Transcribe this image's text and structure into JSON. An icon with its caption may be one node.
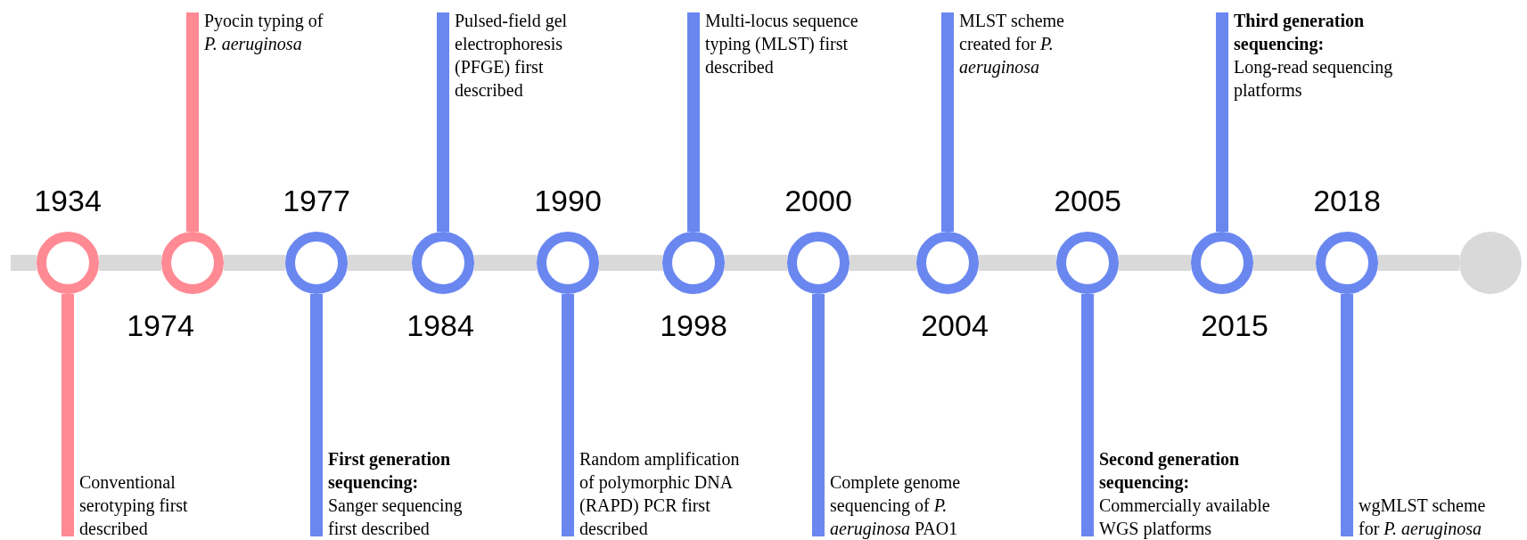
{
  "diagram": {
    "nodes": [
      {
        "text": [],
        "shape": "circle",
        "beside": [
          "1934"
        ]
      },
      {
        "text": [],
        "shape": "circle",
        "beside": [
          "1974"
        ]
      },
      {
        "text": [],
        "shape": "circle",
        "beside": [
          "1977"
        ]
      },
      {
        "text": [],
        "shape": "circle",
        "beside": [
          "1984"
        ]
      },
      {
        "text": [],
        "shape": "circle",
        "beside": [
          "1990"
        ]
      },
      {
        "text": [],
        "shape": "circle",
        "beside": [
          "1998"
        ]
      },
      {
        "text": [],
        "shape": "circle",
        "beside": [
          "2000"
        ]
      },
      {
        "text": [],
        "shape": "circle",
        "beside": [
          "2004"
        ]
      },
      {
        "text": [],
        "shape": "circle",
        "beside": [
          "2005"
        ]
      },
      {
        "text": [],
        "shape": "circle",
        "beside": [
          "2015"
        ]
      },
      {
        "text": [],
        "shape": "circle",
        "beside": [
          "2018"
        ]
      },
      {
        "text": [],
        "shape": "circle"
      },
      {
        "text": [
          "Conventional serotyping first described"
        ]
      },
      {
        "text": [
          "Pyocin typing of *P. aeruginosa*"
        ]
      },
      {
        "text": [
          "First generation sequencing:",
          "Sanger sequencing first described"
        ]
      },
      {
        "text": [
          "Pulsed-field gel electrophoresis (PFGE) first described"
        ]
      },
      {
        "text": [
          "Random amplification of polymorphic DNA (RAPD) PCR first described"
        ]
      },
      {
        "text": [
          "Multi-locus sequence typing (MLST) first described"
        ]
      },
      {
        "text": [
          "Complete genome sequencing of *P. aeruginosa* PAO1"
        ]
      },
      {
        "text": [
          "MLST scheme created for *P. aeruginosa*"
        ]
      },
      {
        "text": [
          "Second generation sequencing:",
          "Commercially available WGS platforms"
        ]
      },
      {
        "text": [
          "Third generation sequencing:",
          "Long-read sequencing platforms"
        ]
      },
      {
        "text": [
          "wgMLST scheme for *P. aeruginosa*"
        ]
      }
    ],
    "edges": [
      {
        "from": null,
        "to": 0,
        "arrow": "none"
      },
      {
        "from": 0,
        "to": 1,
        "arrow": "none"
      },
      {
        "from": 1,
        "to": 2,
        "arrow": "none"
      },
      {
        "from": 2,
        "to": 3,
        "arrow": "none"
      },
      {
        "from": 3,
        "to": 4,
        "arrow": "none"
      },
      {
        "from": 4,
        "to": 5,
        "arrow": "none"
      },
      {
        "from": 5,
        "to": 6,
        "arrow": "none"
      },
      {
        "from": 6,
        "to": 7,
        "arrow": "none"
      },
      {
        "from": 7,
        "to": 8,
        "arrow": "none"
      },
      {
        "from": 8,
        "to": 9,
        "arrow": "none"
      },
      {
        "from": 9,
        "to": 10,
        "arrow": "none"
      },
      {
        "from": 10,
        "to": 11,
        "arrow": "none"
      },
      {
        "from": 0,
        "to": 12,
        "arrow": "none",
        "color": "#ff8a94"
      },
      {
        "from": 1,
        "to": 13,
        "arrow": "none",
        "color": "#ff8a94"
      },
      {
        "from": 2,
        "to": 14,
        "arrow": "none",
        "color": "#6a87f0"
      },
      {
        "from": 3,
        "to": 15,
        "arrow": "none",
        "color": "#6a87f0"
      },
      {
        "from": 4,
        "to": 16,
        "arrow": "none",
        "color": "#6a87f0"
      },
      {
        "from": 5,
        "to": 17,
        "arrow": "none",
        "color": "#6a87f0"
      },
      {
        "from": 6,
        "to": 18,
        "arrow": "none",
        "color": "#6a87f0"
      },
      {
        "from": 7,
        "to": 19,
        "arrow": "none",
        "color": "#6a87f0"
      },
      {
        "from": 8,
        "to": 20,
        "arrow": "none",
        "color": "#6a87f0"
      },
      {
        "from": 9,
        "to": 21,
        "arrow": "none",
        "color": "#6a87f0"
      },
      {
        "from": 10,
        "to": 22,
        "arrow": "none",
        "color": "#6a87f0"
      }
    ]
  }
}
